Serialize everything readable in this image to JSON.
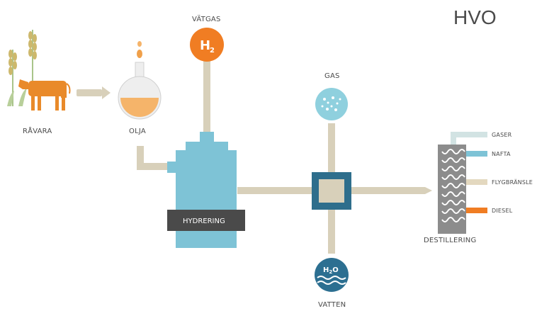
{
  "title": "HVO",
  "colors": {
    "pipe": "#d8d0ba",
    "vessel": "#7ec3d6",
    "orange": "#f07d23",
    "cow": "#e98a2a",
    "dark_box": "#4a4a4a",
    "mixer": "#2e6e8c",
    "still": "#8c8c8c",
    "gas_circle": "#8fd0de",
    "water": "#2c6f91"
  },
  "labels": {
    "ravara": "RÅVARA",
    "olja": "OLJA",
    "vatgas": "VÄTGAS",
    "h2_symbol": "H",
    "h2_sub": "2",
    "gas": "GAS",
    "hydrering": "HYDRERING",
    "vatten": "VATTEN",
    "h2o_symbol": "H",
    "h2o_sub": "2",
    "h2o_o": "O",
    "destillering": "DESTILLERING"
  },
  "outputs": [
    {
      "label": "GASER",
      "color": "#d2e3e3"
    },
    {
      "label": "NAFTA",
      "color": "#7ec3d6"
    },
    {
      "label": "FLYGBRÄNSLE",
      "color": "#e3d8bf"
    },
    {
      "label": "DIESEL",
      "color": "#f07d23"
    }
  ],
  "icons": {
    "feedstock": "cow-and-wheat-icon",
    "oil": "flask-icon",
    "hydrogen": "hydrogen-circle-icon",
    "gas": "gas-bubbles-icon",
    "water": "water-waves-icon"
  }
}
